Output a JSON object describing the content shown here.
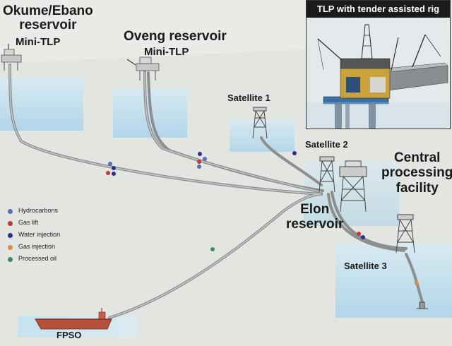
{
  "labels": {
    "okume_reservoir": "Okume/Ebano\nreservoir",
    "okume_platform": "Mini-TLP",
    "oveng_reservoir": "Oveng reservoir",
    "oveng_platform": "Mini-TLP",
    "satellite_1": "Satellite 1",
    "satellite_2": "Satellite 2",
    "central_facility": "Central\nprocessing\nfacility",
    "elon_reservoir": "Elon\nreservoir",
    "satellite_3": "Satellite 3",
    "fpso": "FPSO"
  },
  "inset": {
    "title": "TLP with tender assisted rig"
  },
  "legend": [
    {
      "label": "Hydrocarbons",
      "color": "#5a6fb8"
    },
    {
      "label": "Gas lift",
      "color": "#c8343a"
    },
    {
      "label": "Water injection",
      "color": "#2c2f8c"
    },
    {
      "label": "Gas injection",
      "color": "#e0894a"
    },
    {
      "label": "Processed oil",
      "color": "#3a8a68"
    }
  ]
}
